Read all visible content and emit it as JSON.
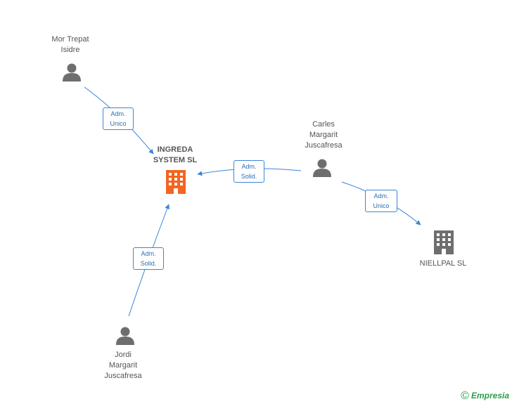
{
  "nodes": {
    "mor_trepat": {
      "lines": [
        "Mor Trepat",
        "Isidre"
      ],
      "icon": "person-icon"
    },
    "ingreda": {
      "lines": [
        "INGREDA",
        "SYSTEM SL"
      ],
      "icon": "building-icon",
      "color": "#f26522"
    },
    "carles": {
      "lines": [
        "Carles",
        "Margarit",
        "Juscafresa"
      ],
      "icon": "person-icon"
    },
    "niellpal": {
      "lines": [
        "NIELLPAL SL"
      ],
      "icon": "building-icon",
      "color": "#6e6e6e"
    },
    "jordi": {
      "lines": [
        "Jordi",
        "Margarit",
        "Juscafresa"
      ],
      "icon": "person-icon"
    }
  },
  "edges": [
    {
      "id": "mor-ingreda",
      "lines": [
        "Adm.",
        "Unico"
      ]
    },
    {
      "id": "carles-ingreda",
      "lines": [
        "Adm.",
        "Solid."
      ]
    },
    {
      "id": "carles-niellpal",
      "lines": [
        "Adm.",
        "Unico"
      ]
    },
    {
      "id": "jordi-ingreda",
      "lines": [
        "Adm.",
        "Solid."
      ]
    }
  ],
  "colors": {
    "edge": "#3b86d6",
    "person": "#6e6e6e",
    "company_main": "#f26522",
    "company": "#6e6e6e"
  },
  "copyright": {
    "symbol": "©",
    "brand": "Empresia"
  }
}
